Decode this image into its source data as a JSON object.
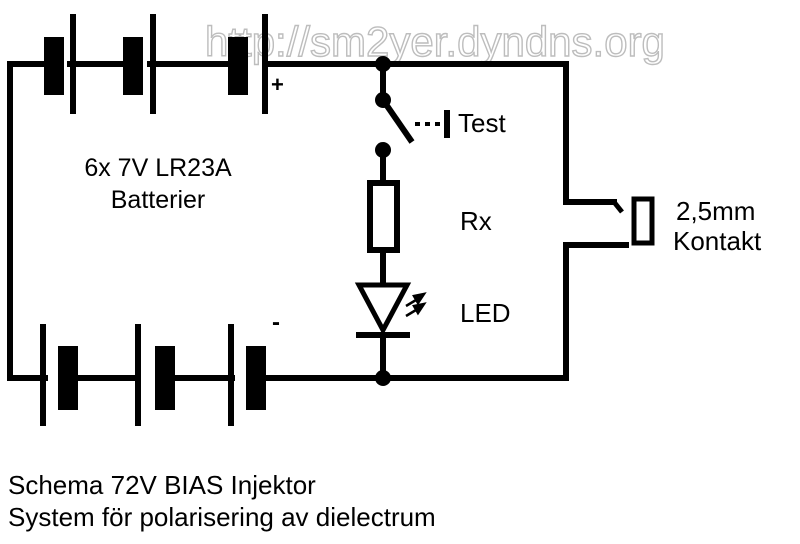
{
  "watermark": "http://sm2yer.dyndns.org",
  "labels": {
    "plus": "+",
    "minus": "-",
    "battery_line1": "6x 7V LR23A",
    "battery_line2": "Batterier",
    "test": "Test",
    "rx": "Rx",
    "led": "LED",
    "contact_line1": "2,5mm",
    "contact_line2": "Kontakt"
  },
  "caption": {
    "line1": "Schema 72V BIAS Injektor",
    "line2": "System för polarisering av dielectrum"
  },
  "colors": {
    "ink": "#000000",
    "watermark_outline": "#bdbdbd"
  }
}
